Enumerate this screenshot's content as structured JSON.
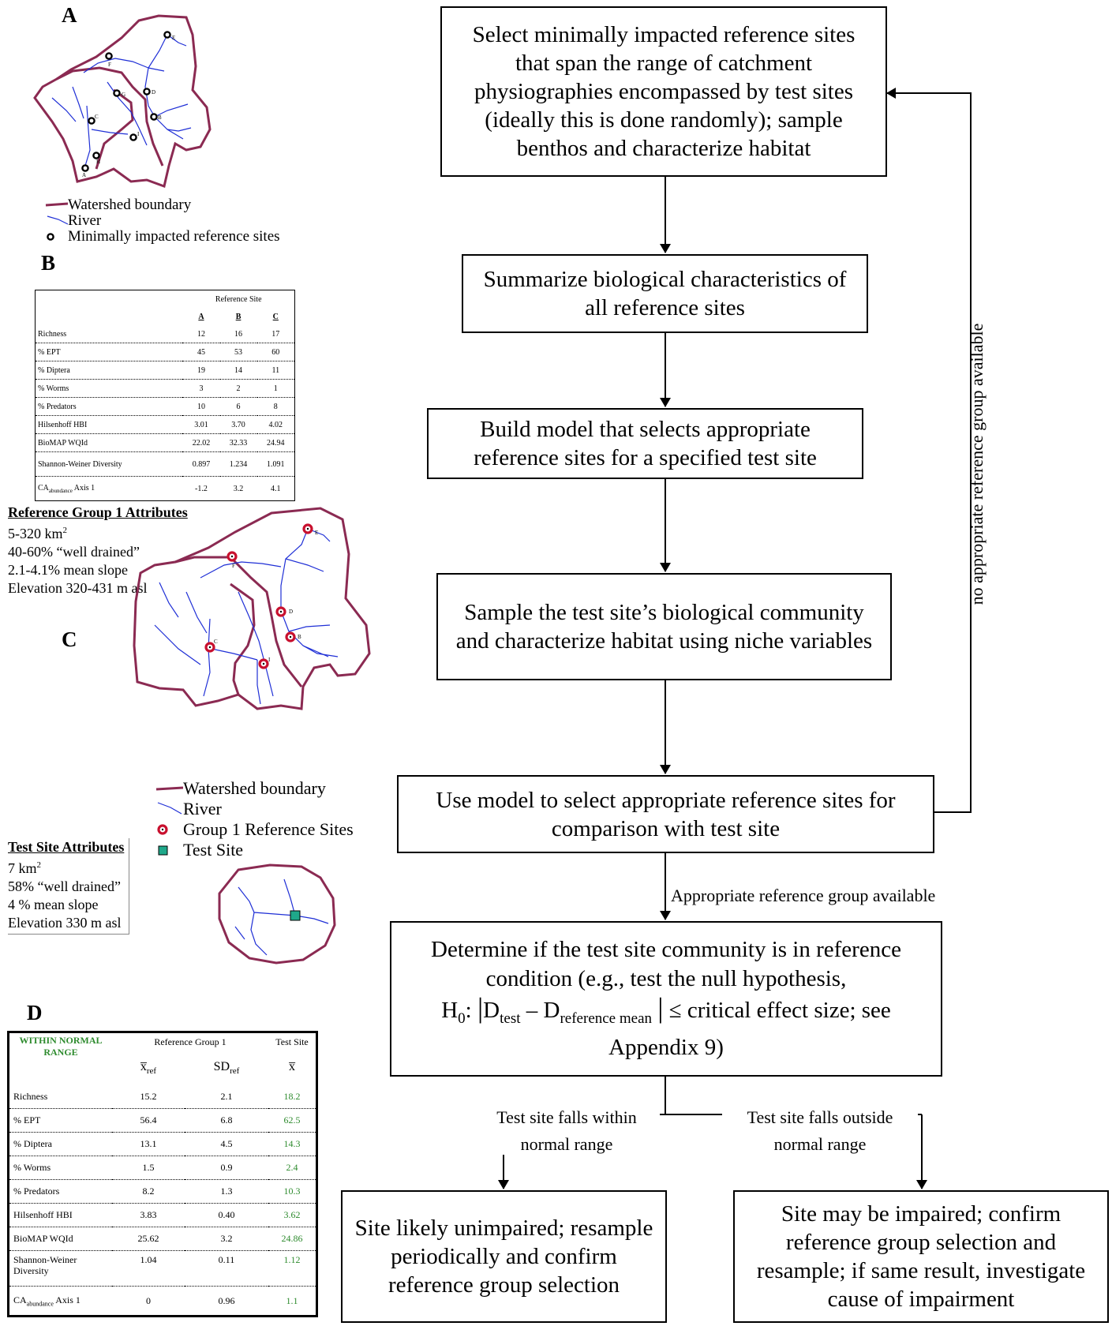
{
  "panels": {
    "a": "A",
    "b": "B",
    "c": "C",
    "d": "D"
  },
  "map_a": {
    "sites": [
      "E",
      "F",
      "G",
      "D",
      "B",
      "C",
      "I",
      "H",
      "A"
    ],
    "legend": {
      "boundary": "Watershed boundary",
      "river": "River",
      "sites": "Minimally impacted reference sites"
    }
  },
  "table_b": {
    "group_header": "Reference Site",
    "columns": [
      "A",
      "B",
      "C"
    ],
    "rows": [
      {
        "label": "Richness",
        "values": [
          "12",
          "16",
          "17"
        ]
      },
      {
        "label": "% EPT",
        "values": [
          "45",
          "53",
          "60"
        ]
      },
      {
        "label": "% Diptera",
        "values": [
          "19",
          "14",
          "11"
        ]
      },
      {
        "label": "% Worms",
        "values": [
          "3",
          "2",
          "1"
        ]
      },
      {
        "label": "% Predators",
        "values": [
          "10",
          "6",
          "8"
        ]
      },
      {
        "label": "Hilsenhoff HBI",
        "values": [
          "3.01",
          "3.70",
          "4.02"
        ]
      },
      {
        "label": "BioMAP WQId",
        "values": [
          "22.02",
          "32.33",
          "24.94"
        ]
      },
      {
        "label": "Shannon-Weiner Diversity",
        "values": [
          "0.897",
          "1.234",
          "1.091"
        ]
      },
      {
        "label_main": "CA",
        "label_sub": "abundance",
        "label_rest": " Axis 1",
        "values": [
          "-1.2",
          "3.2",
          "4.1"
        ]
      }
    ]
  },
  "ref_group": {
    "title": "Reference Group 1 Attributes",
    "area": "5-320 km",
    "area_sup": "2",
    "lines": [
      "40-60% “well drained”",
      "2.1-4.1% mean slope",
      "Elevation 320-431 m asl"
    ]
  },
  "map_c": {
    "sites": [
      "E",
      "F",
      "D",
      "C",
      "B",
      "I"
    ],
    "legend": {
      "boundary": "Watershed boundary",
      "river": "River",
      "sites": "Group 1 Reference Sites",
      "test": "Test Site"
    }
  },
  "test_site": {
    "title": "Test Site Attributes",
    "area": "7 km",
    "area_sup": "2",
    "lines": [
      "58% “well drained”",
      "4 % mean slope",
      "Elevation 330 m asl"
    ]
  },
  "table_d": {
    "status": "WITHIN NORMAL RANGE",
    "group_header": "Reference Group 1",
    "test_header": "Test Site",
    "mean_sym": "x̅",
    "sub_ref": "ref",
    "sd": "SD",
    "rows": [
      {
        "label": "Richness",
        "values": [
          "15.2",
          "2.1",
          "18.2"
        ]
      },
      {
        "label": "% EPT",
        "values": [
          "56.4",
          "6.8",
          "62.5"
        ]
      },
      {
        "label": "% Diptera",
        "values": [
          "13.1",
          "4.5",
          "14.3"
        ]
      },
      {
        "label": "% Worms",
        "values": [
          "1.5",
          "0.9",
          "2.4"
        ]
      },
      {
        "label": "% Predators",
        "values": [
          "8.2",
          "1.3",
          "10.3"
        ]
      },
      {
        "label": "Hilsenhoff HBI",
        "values": [
          "3.83",
          "0.40",
          "3.62"
        ]
      },
      {
        "label": "BioMAP WQId",
        "values": [
          "25.62",
          "3.2",
          "24.86"
        ]
      },
      {
        "label": "Shannon-Weiner Diversity",
        "values": [
          "1.04",
          "0.11",
          "1.12"
        ]
      },
      {
        "label_main": "CA",
        "label_sub": "abundance",
        "label_rest": " Axis 1",
        "values": [
          "0",
          "0.96",
          "1.1"
        ]
      }
    ]
  },
  "flow": {
    "step1": "Select minimally impacted reference sites that span the  range of  catchment physiographies encompassed by test sites (ideally this is done randomly); sample benthos and characterize habitat",
    "step2": "Summarize biological characteristics of all reference sites",
    "step3": "Build model that selects appropriate reference sites for a specified test site",
    "step4": "Sample the test site’s biological community and characterize habitat using niche variables",
    "step5": "Use model to select appropriate reference sites for comparison with test site",
    "step6_a": "Determine if the test site community is in reference condition (e.g., test the null hypothesis,",
    "step6_h": "H",
    "step6_h_sub": "0",
    "step6_d": "D",
    "step6_test": "test",
    "step6_minus": " – D",
    "step6_ref": "reference mean",
    "step6_b": "≤ critical effect size; see Appendix 9)",
    "outcome_unimpaired": "Site likely unimpaired; resample periodically and confirm reference group selection",
    "outcome_impaired": "Site may be impaired; confirm reference group selection and resample; if same result, investigate cause of impairment",
    "label_no_group": "no appropriate reference group available",
    "label_group_available": "Appropriate reference group available",
    "label_within_1": "Test site falls within",
    "label_within_2": "normal range",
    "label_outside_1": "Test site falls outside",
    "label_outside_2": "normal range"
  },
  "colors": {
    "boundary": "#8b2a52",
    "river": "#1f2fd6",
    "site_ring": "#c8102e",
    "test_site": "#1fa88a",
    "within_green": "#2e8b2e"
  }
}
